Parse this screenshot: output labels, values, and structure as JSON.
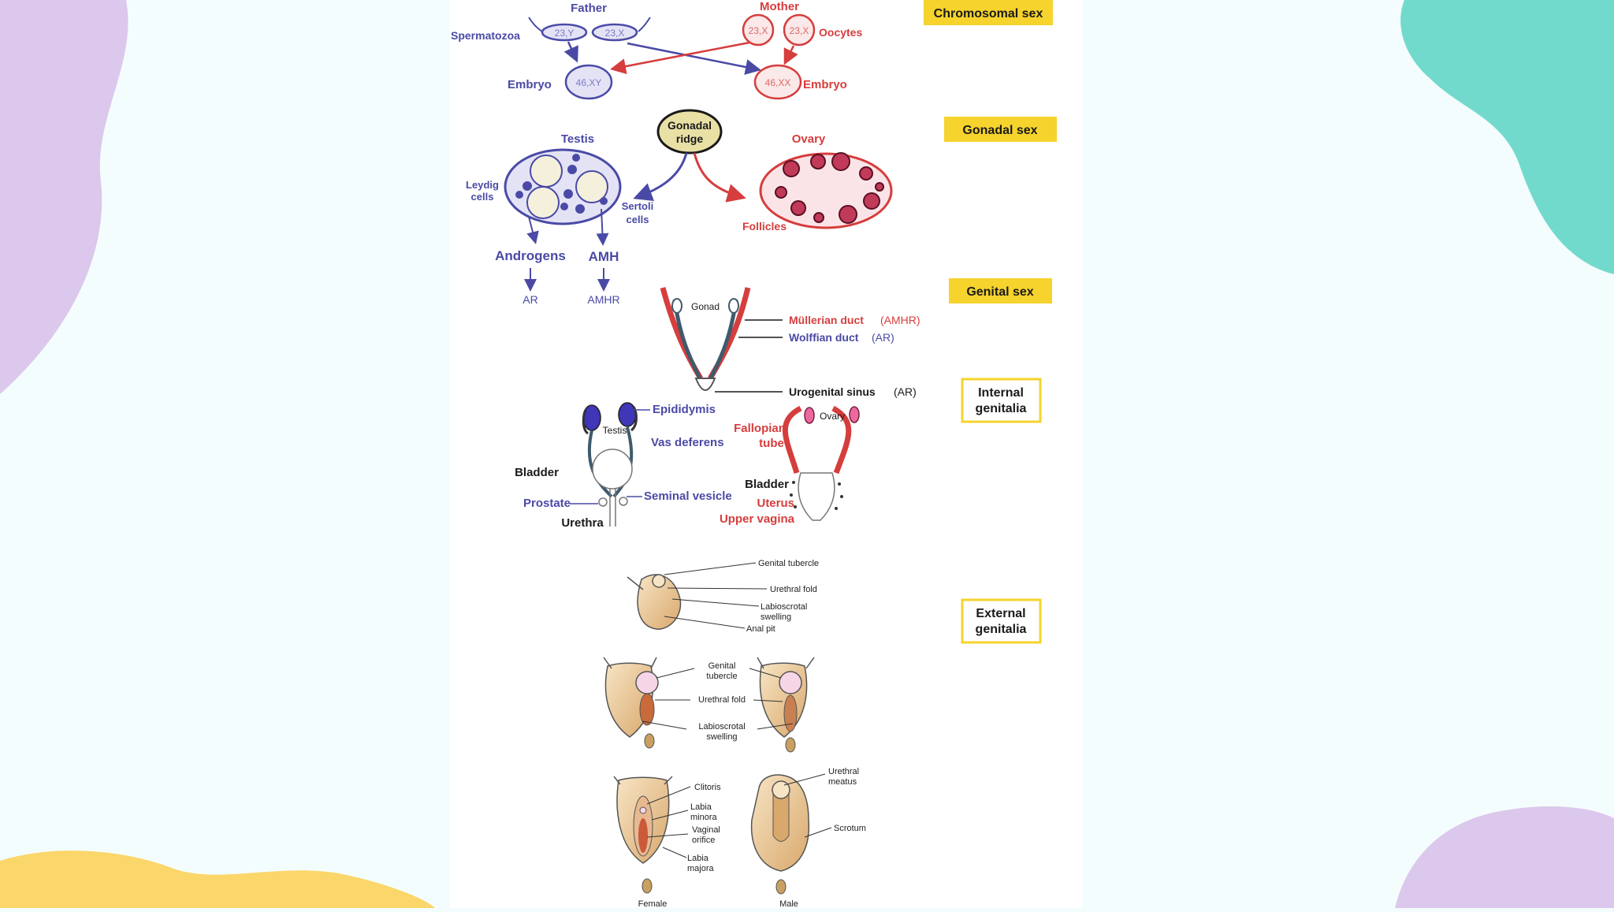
{
  "colors": {
    "page_bg": "#f4fdfd",
    "purple_blob": "#dcc8ec",
    "teal_blob": "#72dacd",
    "yellow_blob": "#fbd66b",
    "male_blue": "#4a4aa6",
    "female_red": "#d63d3d",
    "stage_yellow": "#f6d32d"
  },
  "stages": {
    "chromosomal": "Chromosomal sex",
    "gonadal": "Gonadal sex",
    "genital": "Genital sex",
    "internal": [
      "Internal",
      "genitalia"
    ],
    "external": [
      "External",
      "genitalia"
    ]
  },
  "chromosomal": {
    "father": "Father",
    "mother": "Mother",
    "spermatozoa": "Spermatozoa",
    "oocytes": "Oocytes",
    "sperm_y": "23,Y",
    "sperm_x": "23,X",
    "oocyte_1": "23,X",
    "oocyte_2": "23,X",
    "embryo_label": "Embryo",
    "embryo_male": "46,XY",
    "embryo_female": "46,XX"
  },
  "gonadal": {
    "ridge": [
      "Gonadal",
      "ridge"
    ],
    "testis": "Testis",
    "ovary": "Ovary",
    "leydig": [
      "Leydig",
      "cells"
    ],
    "sertoli": [
      "Sertoli",
      "cells"
    ],
    "follicles": "Follicles",
    "androgens": "Androgens",
    "amh": "AMH",
    "ar": "AR",
    "amhr": "AMHR"
  },
  "genital": {
    "gonad": "Gonad",
    "mullerian": "Müllerian duct",
    "mullerian_receptor": "(AMHR)",
    "wolffian": "Wolffian duct",
    "wolffian_receptor": "(AR)",
    "urogenital": "Urogenital sinus",
    "urogenital_receptor": "(AR)"
  },
  "internal": {
    "testis": "Testis",
    "epididymis": "Epididymis",
    "vas_deferens": "Vas deferens",
    "bladder_male": "Bladder",
    "prostate": "Prostate",
    "seminal_vesicle": "Seminal vesicle",
    "urethra": "Urethra",
    "ovary": "Ovary",
    "fallopian": [
      "Fallopian",
      "tube"
    ],
    "bladder_female": "Bladder",
    "uterus": "Uterus",
    "upper_vagina": "Upper vagina"
  },
  "external": {
    "indiff_tubercle": "Genital tubercle",
    "indiff_fold": "Urethral fold",
    "indiff_swelling": [
      "Labioscrotal",
      "swelling"
    ],
    "anal_pit": "Anal pit",
    "mid_tubercle": [
      "Genital",
      "tubercle"
    ],
    "mid_fold": "Urethral fold",
    "mid_swelling": [
      "Labioscrotal",
      "swelling"
    ],
    "clitoris": "Clitoris",
    "labia_minora": [
      "Labia",
      "minora"
    ],
    "vaginal_orifice": [
      "Vaginal",
      "orifice"
    ],
    "labia_majora": [
      "Labia",
      "majora"
    ],
    "urethral_meatus": [
      "Urethral",
      "meatus"
    ],
    "scrotum": "Scrotum",
    "female": "Female",
    "male": "Male"
  }
}
